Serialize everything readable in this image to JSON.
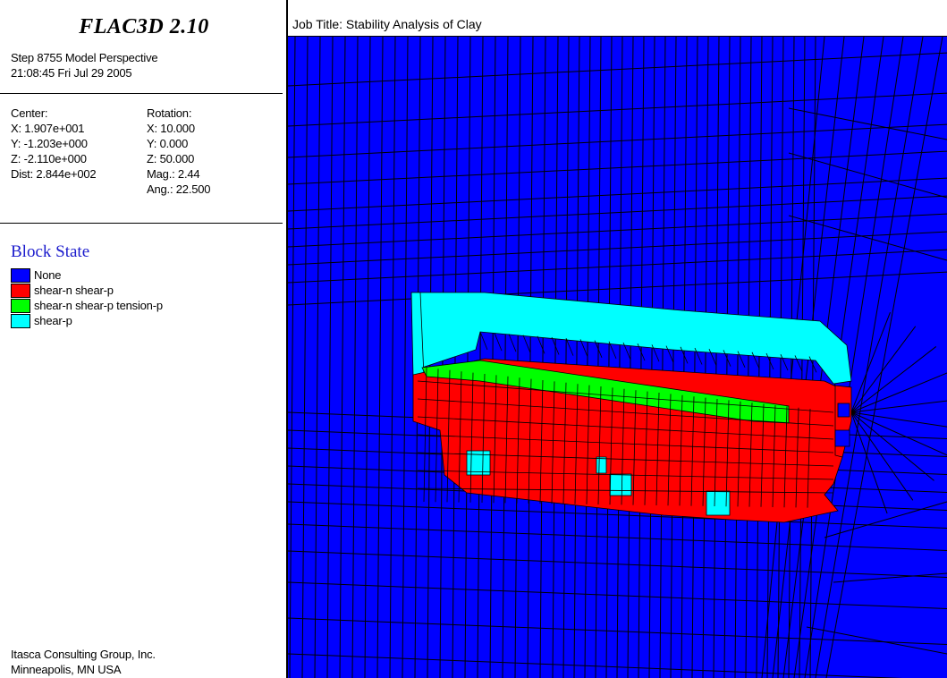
{
  "app": {
    "title": "FLAC3D 2.10"
  },
  "info": {
    "step_line": "Step 8755  Model Perspective",
    "time_line": "21:08:45 Fri Jul 29 2005"
  },
  "view": {
    "center_label": "Center:",
    "center_x": " X: 1.907e+001",
    "center_y": " Y: -1.203e+000",
    "center_z": " Z: -2.110e+000",
    "dist": "Dist: 2.844e+002",
    "rotation_label": "Rotation:",
    "rot_x": " X:  10.000",
    "rot_y": " Y:   0.000",
    "rot_z": " Z:  50.000",
    "mag": "Mag.:     2.44",
    "ang": "Ang.:  22.500"
  },
  "legend": {
    "title": "Block State",
    "items": [
      {
        "label": "None",
        "color": "#0000ff"
      },
      {
        "label": "shear-n shear-p",
        "color": "#ff0000"
      },
      {
        "label": "shear-n shear-p tension-p",
        "color": "#00ff00"
      },
      {
        "label": "shear-p",
        "color": "#00ffff"
      }
    ]
  },
  "footer": {
    "company": "Itasca Consulting Group, Inc.",
    "location": "Minneapolis, MN  USA"
  },
  "plot": {
    "job_title": "Job Title: Stability Analysis of Clay"
  },
  "colors": {
    "none": "#0000ff",
    "shear_n_shear_p": "#ff0000",
    "shear_n_shear_p_tension_p": "#00ff00",
    "shear_p": "#00ffff",
    "legend_title": "#1a1acc"
  }
}
